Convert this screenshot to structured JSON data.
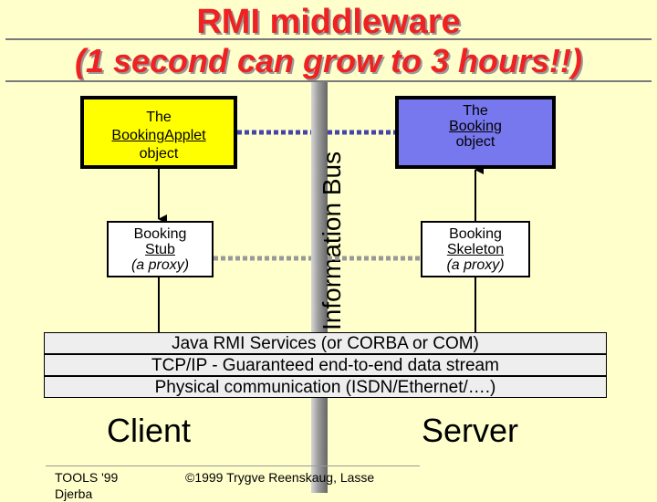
{
  "title": "RMI middleware",
  "subtitle": "(1 second can grow to 3 hours!!)",
  "bus_label": "Information Bus",
  "client": {
    "applet_line1": "The",
    "applet_line2": "BookingApplet",
    "applet_line3": "object",
    "stub_line1": "Booking",
    "stub_line2": "Stub",
    "stub_line3": "(a proxy)",
    "label": "Client"
  },
  "server": {
    "object_line1": "The",
    "object_line2": "Booking",
    "object_line3": "object",
    "skeleton_line1": "Booking",
    "skeleton_line2": "Skeleton",
    "skeleton_line3": "(a proxy)",
    "label": "Server"
  },
  "layers": {
    "java": "Java RMI Services (or CORBA or COM)",
    "tcp": "TCP/IP - Guaranteed end-to-end data stream",
    "phys": "Physical communication (ISDN/Ethernet/….)"
  },
  "footer": {
    "left": "TOOLS '99",
    "left2": "Djerba",
    "copyright": "©1999 Trygve Reenskaug, Lasse"
  },
  "colors": {
    "title": "#ee2222",
    "background": "#ffffcc",
    "applet_box": "#ffff00",
    "booking_box": "#7777ee",
    "dotted_link_top": "#4444aa",
    "dotted_link_mid": "#999999"
  }
}
